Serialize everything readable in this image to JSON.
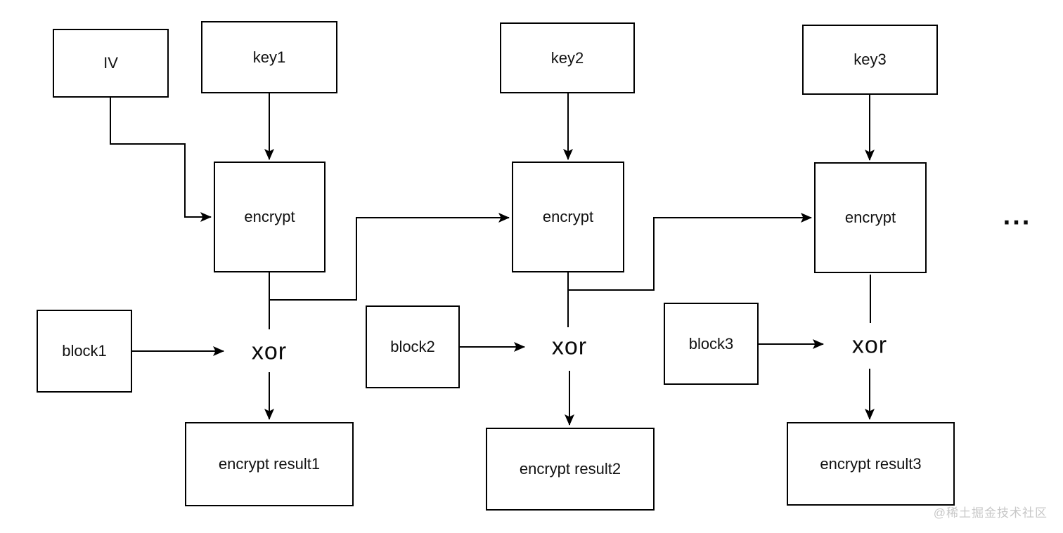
{
  "nodes": {
    "iv": "IV",
    "key1": "key1",
    "key2": "key2",
    "key3": "key3",
    "encrypt1": "encrypt",
    "encrypt2": "encrypt",
    "encrypt3": "encrypt",
    "block1": "block1",
    "block2": "block2",
    "block3": "block3",
    "result1": "encrypt result1",
    "result2": "encrypt result2",
    "result3": "encrypt result3"
  },
  "operators": {
    "xor1": "xor",
    "xor2": "xor",
    "xor3": "xor"
  },
  "ellipsis": "...",
  "watermark": "@稀土掘金技术社区",
  "colors": {
    "line": "#000000",
    "box_border": "#000000",
    "box_fill": "#ffffff",
    "text": "#111111",
    "watermark": "#c8c8c8",
    "background": "#ffffff"
  }
}
